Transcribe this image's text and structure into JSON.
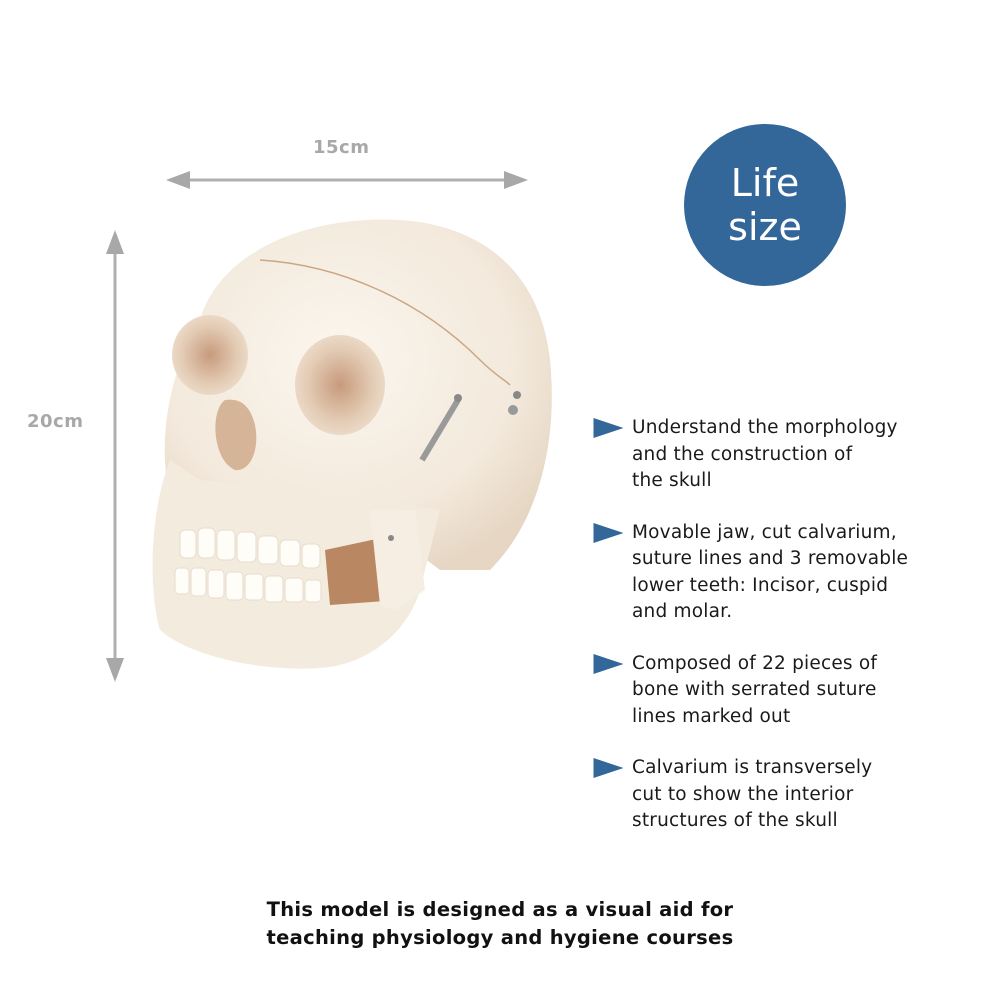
{
  "dimensions": {
    "width_label": "15cm",
    "height_label": "20cm",
    "arrow_color": "#a8a8a8"
  },
  "badge": {
    "line1": "Life",
    "line2": "size",
    "color": "#336699"
  },
  "product": {
    "image_description": "Anatomical human skull model with movable jaw, cut calvarium and metal spring hook"
  },
  "features": [
    {
      "text": "Understand the morphology and the construction of the skull",
      "lines": [
        "Understand the morphology",
        "and the construction of",
        "the skull"
      ]
    },
    {
      "text": "Movable jaw, cut calvarium, suture lines and 3 removable lower teeth: Incisor, cuspid and molar.",
      "lines": [
        "Movable jaw, cut calvarium,",
        "suture lines and 3 removable",
        "lower teeth: Incisor, cuspid",
        "and molar."
      ]
    },
    {
      "text": "Composed of 22 pieces of bone with serrated suture lines marked out",
      "lines": [
        "Composed of 22 pieces of",
        "bone with serrated suture",
        "lines marked out"
      ]
    },
    {
      "text": "Calvarium is transversely cut to show the interior structures of the skull",
      "lines": [
        "Calvarium is transversely",
        "cut to show the interior",
        "structures of the skull"
      ]
    }
  ],
  "bullet_color": "#336699",
  "footer": {
    "line1": "This model is designed as a visual aid for",
    "line2": "teaching physiology and hygiene courses"
  }
}
